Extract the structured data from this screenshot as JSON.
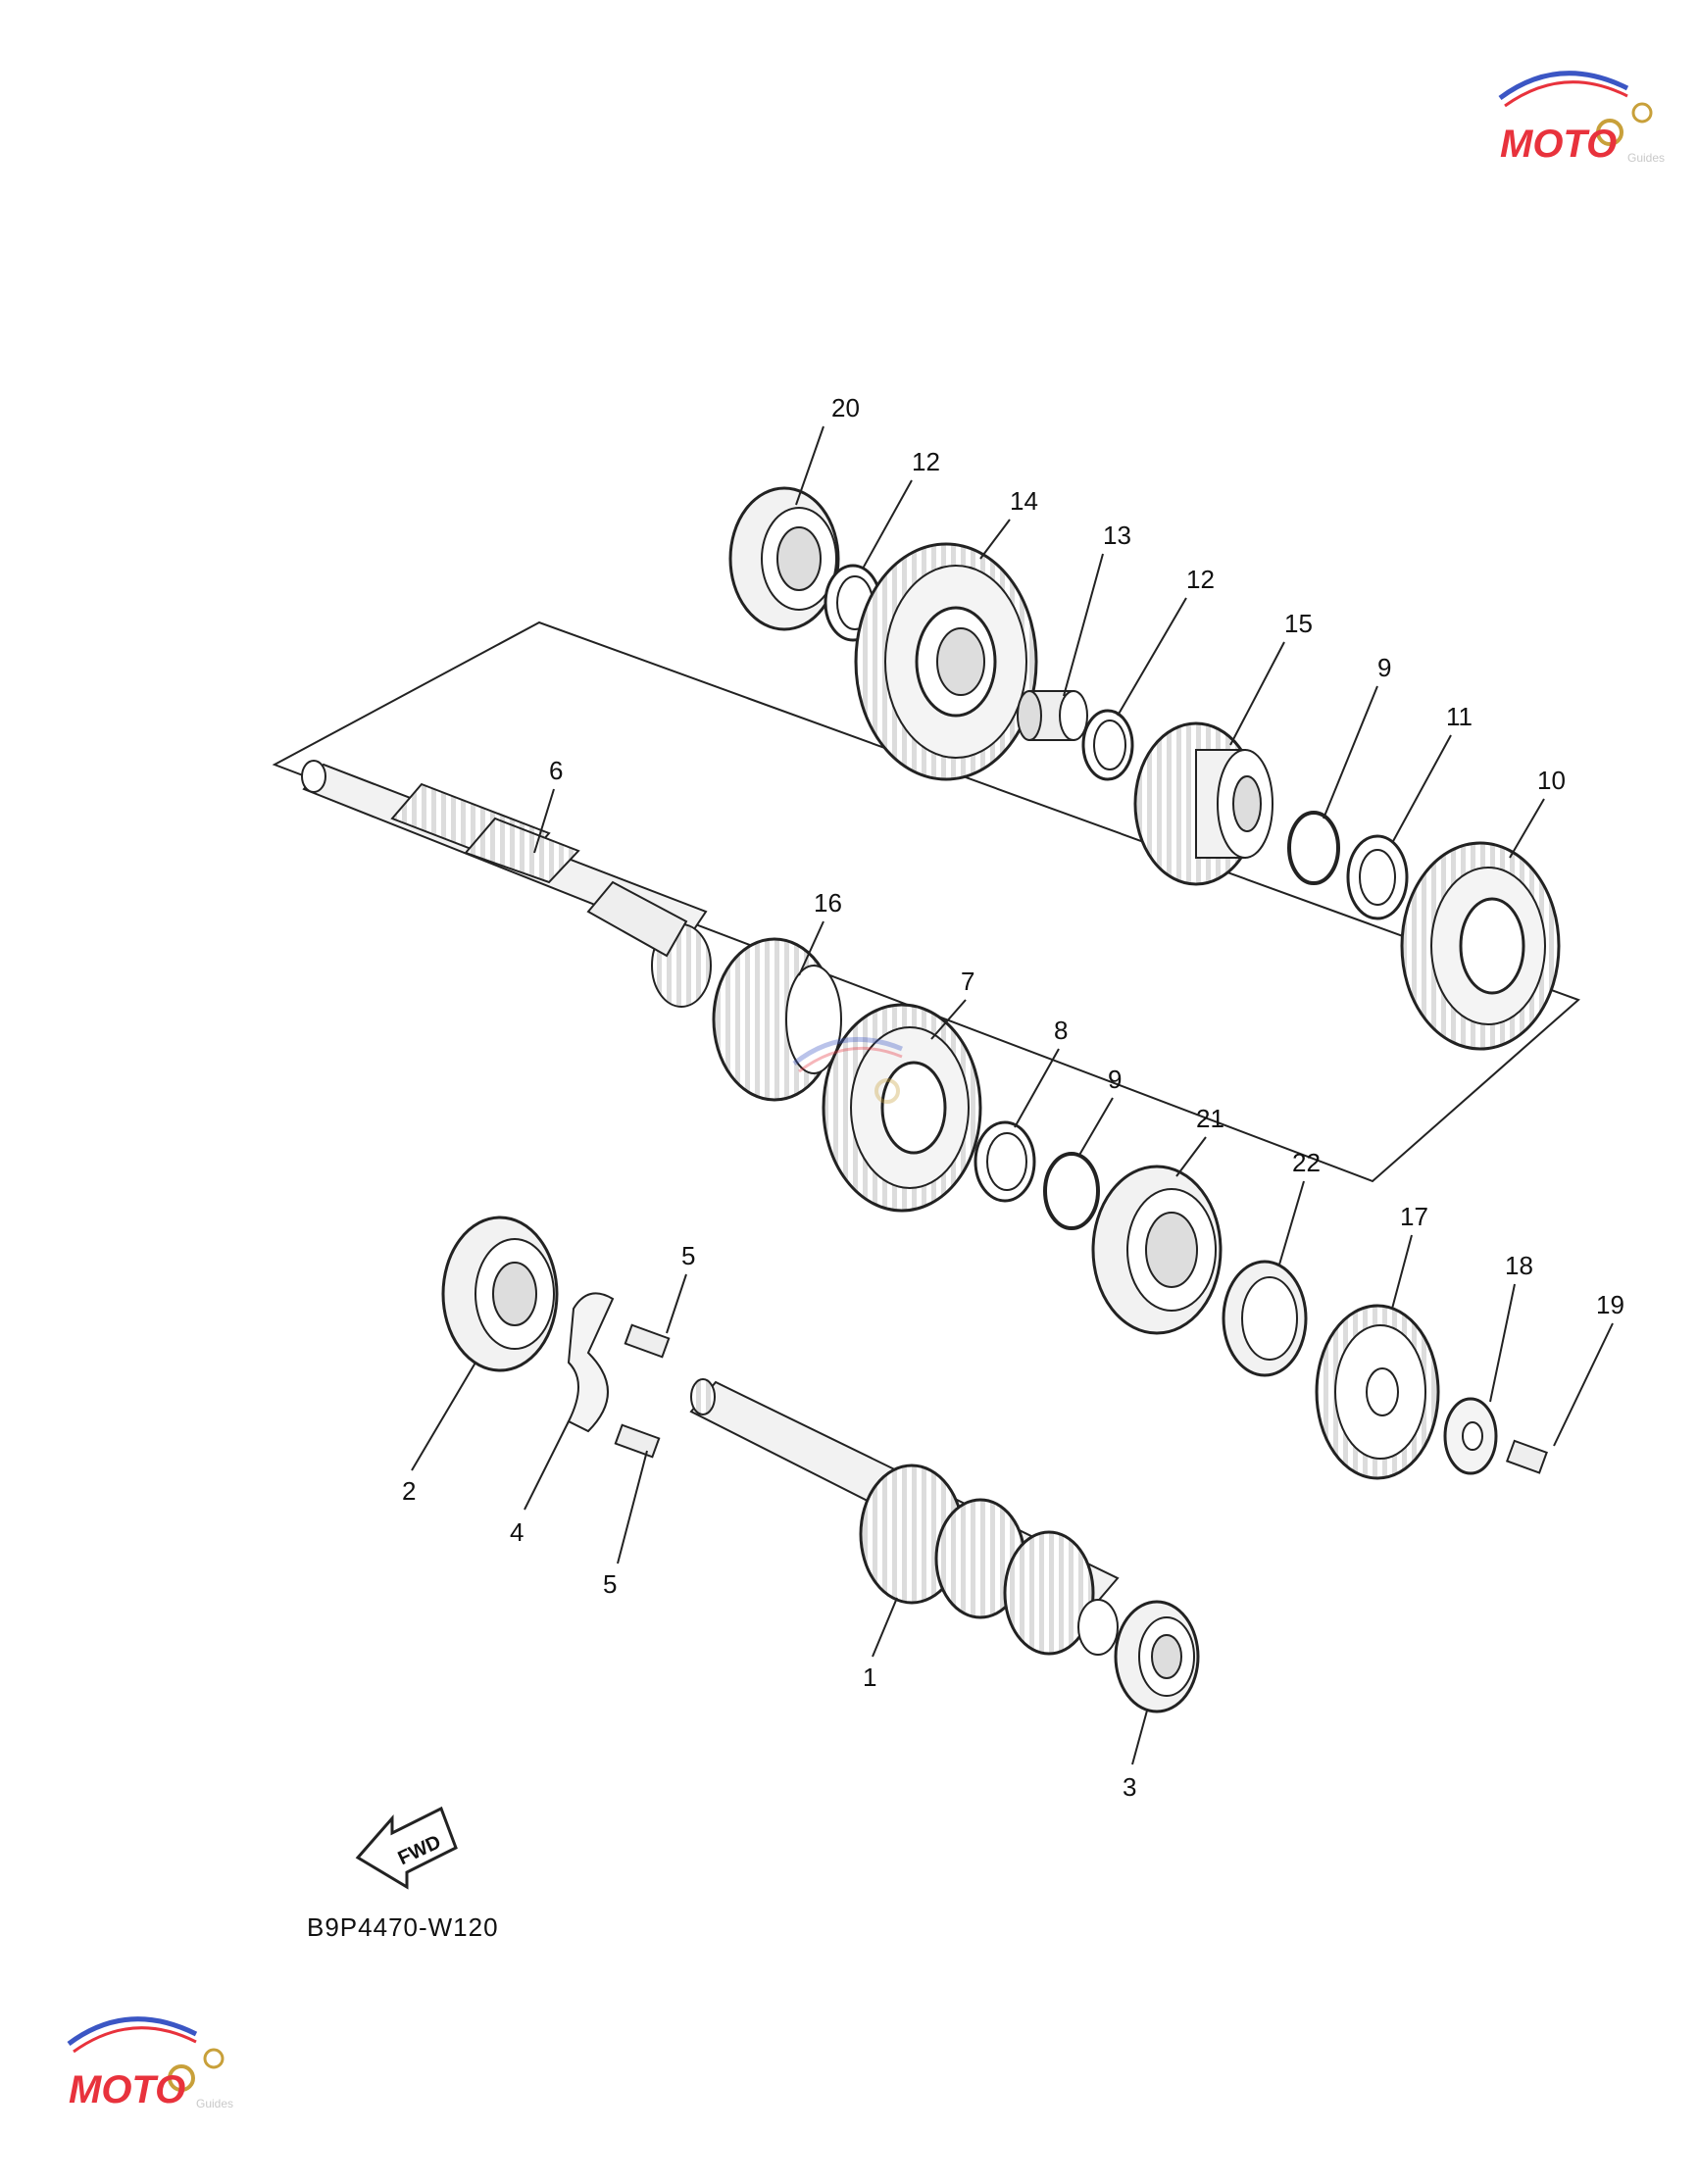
{
  "diagram": {
    "drawing_code": "B9P4470-W120",
    "direction_arrow": "FWD",
    "callouts": [
      "1",
      "2",
      "3",
      "4",
      "5",
      "5",
      "6",
      "7",
      "8",
      "9",
      "9",
      "10",
      "11",
      "12",
      "12",
      "13",
      "14",
      "15",
      "16",
      "17",
      "18",
      "19",
      "20",
      "21",
      "22"
    ]
  },
  "watermark": {
    "text": "MOTO",
    "subtext": "Guides",
    "colors": {
      "primary": "#e8323c",
      "secondary": "#3b56c4",
      "gear": "#c8a03a"
    }
  }
}
